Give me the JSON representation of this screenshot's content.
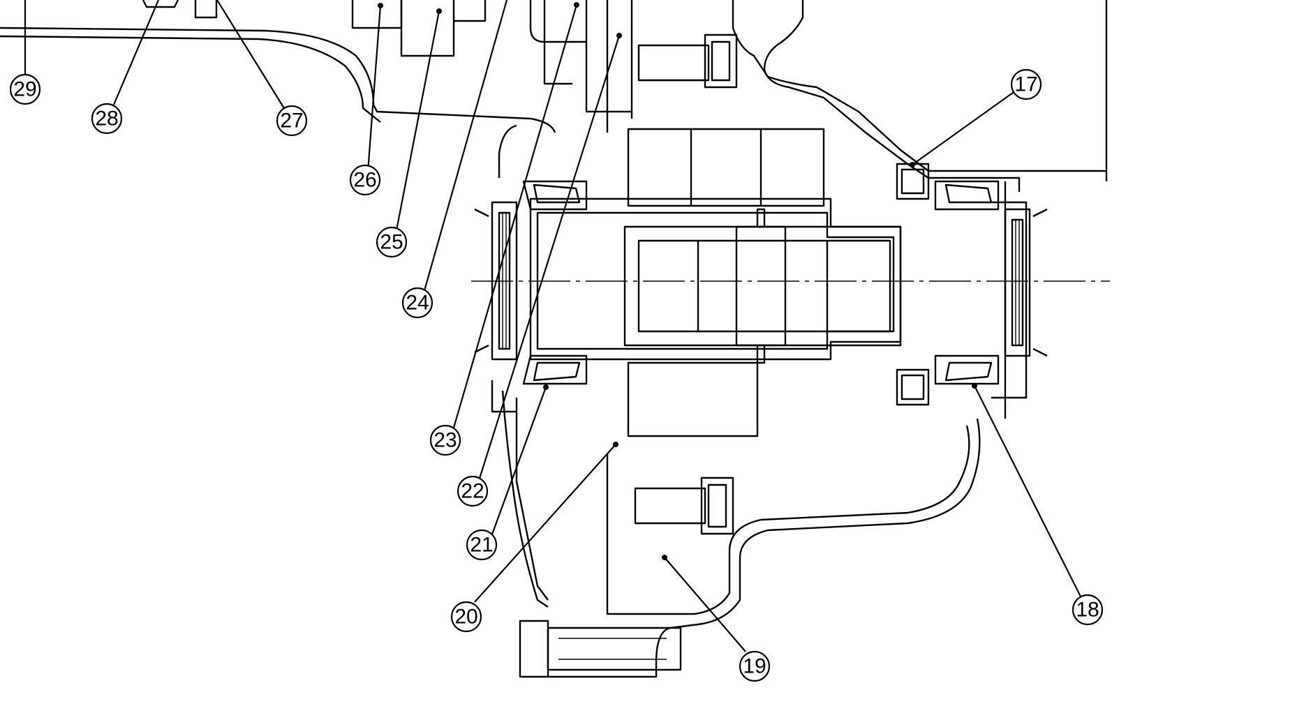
{
  "diagram": {
    "callouts": [
      {
        "id": "17",
        "label": "17"
      },
      {
        "id": "18",
        "label": "18"
      },
      {
        "id": "19",
        "label": "19"
      },
      {
        "id": "20",
        "label": "20"
      },
      {
        "id": "21",
        "label": "21"
      },
      {
        "id": "22",
        "label": "22"
      },
      {
        "id": "23",
        "label": "23"
      },
      {
        "id": "24",
        "label": "24"
      },
      {
        "id": "25",
        "label": "25"
      },
      {
        "id": "26",
        "label": "26"
      },
      {
        "id": "27",
        "label": "27"
      },
      {
        "id": "28",
        "label": "28"
      },
      {
        "id": "29",
        "label": "29"
      }
    ]
  }
}
